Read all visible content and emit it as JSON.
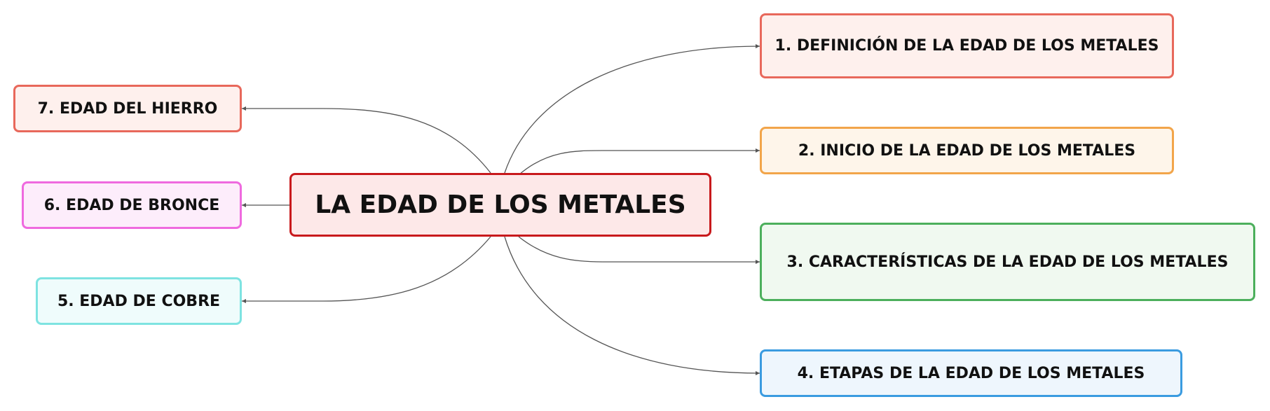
{
  "mind_map": {
    "center": "LA EDAD DE LOS METALES",
    "right_nodes": [
      {
        "label": "1. DEFINICIÓN DE LA EDAD DE LOS METALES",
        "color": "#e8685b"
      },
      {
        "label": "2. INICIO DE LA EDAD DE LOS METALES",
        "color": "#f2a54a"
      },
      {
        "label": "3. CARACTERÍSTICAS DE LA EDAD DE LOS METALES",
        "color": "#4caf5c"
      },
      {
        "label": "4. ETAPAS DE LA EDAD DE LOS METALES",
        "color": "#3a9be0"
      }
    ],
    "left_nodes": [
      {
        "label": "7. EDAD DEL HIERRO",
        "color": "#e8685b"
      },
      {
        "label": "6. EDAD DE BRONCE",
        "color": "#ef6adf"
      },
      {
        "label": "5. EDAD DE COBRE",
        "color": "#7ee3e1"
      }
    ],
    "center_color": "#c8191c",
    "connector_color": "#555555"
  }
}
